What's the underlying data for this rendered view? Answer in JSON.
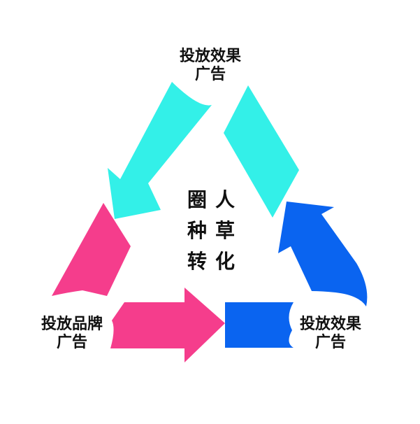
{
  "colors": {
    "cyan": "#33F0E8",
    "pink": "#F53D8C",
    "blue": "#0A64F0",
    "text": "#111111"
  },
  "labels": {
    "top": {
      "line1": "投放效果",
      "line2": "广告"
    },
    "left": {
      "line1": "投放品牌",
      "line2": "广告"
    },
    "right": {
      "line1": "投放效果",
      "line2": "广告"
    }
  },
  "center": {
    "left_column": [
      "圈",
      "种",
      "转"
    ],
    "right_column": [
      "人",
      "草",
      "化"
    ]
  }
}
